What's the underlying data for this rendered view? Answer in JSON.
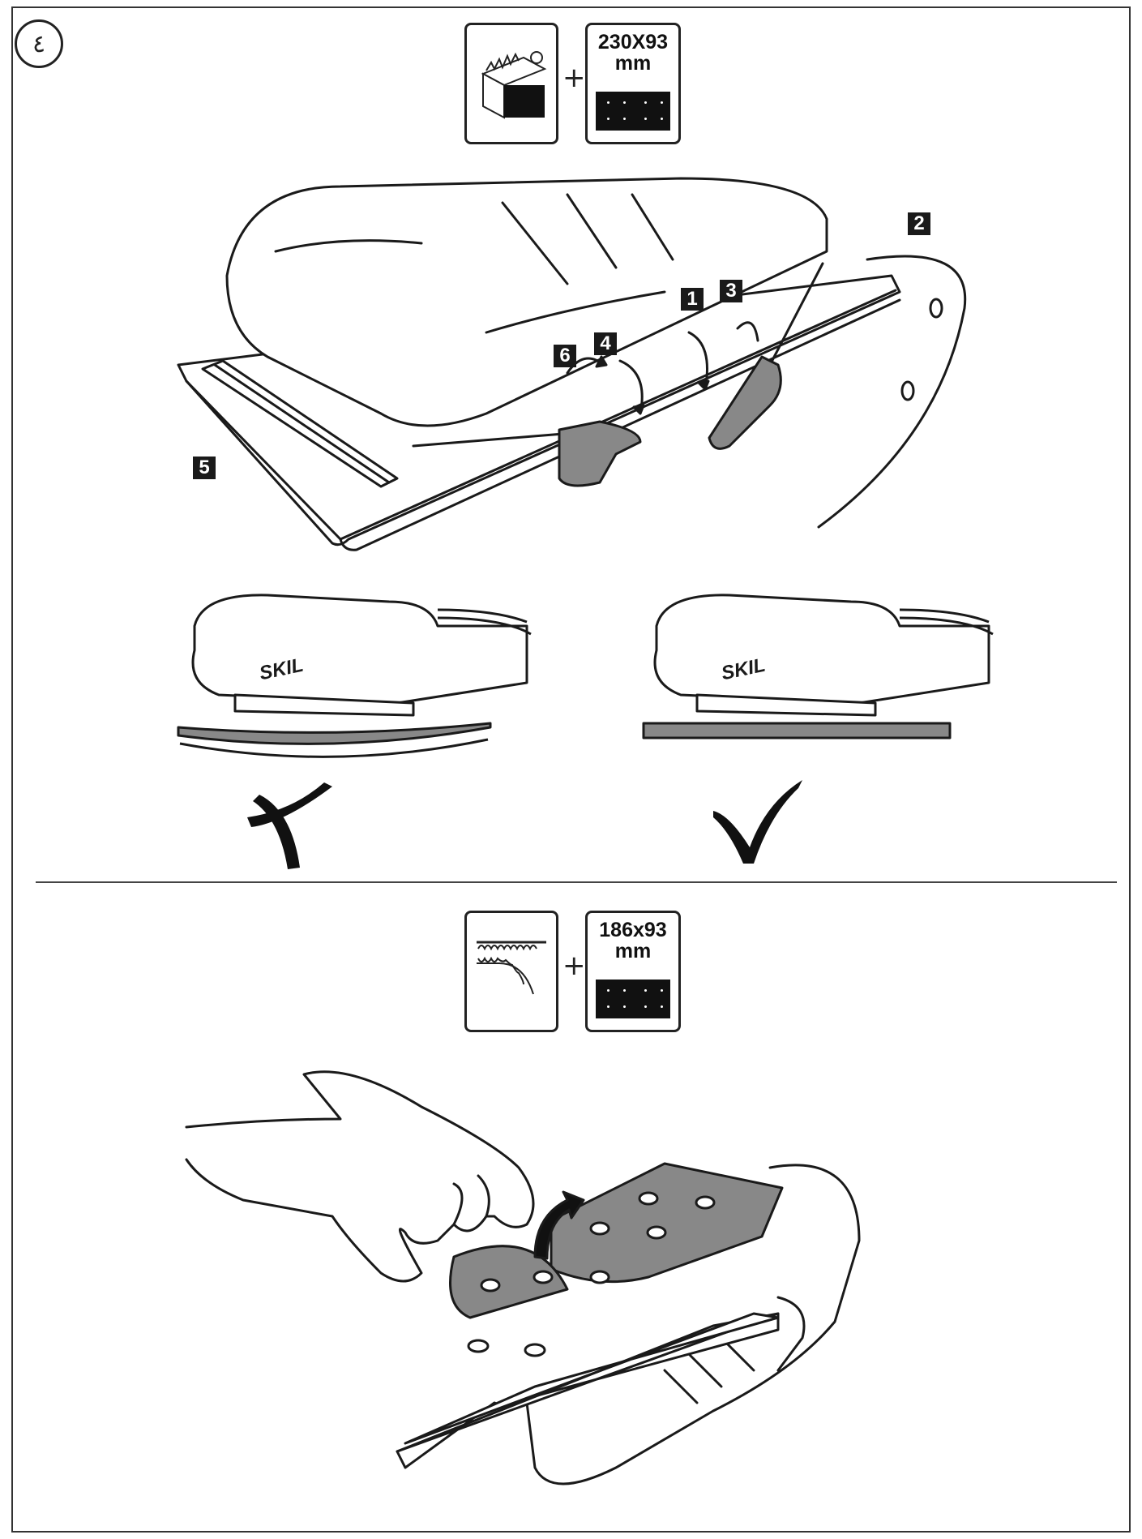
{
  "page": {
    "number": "٤"
  },
  "section1": {
    "paper_size": "230X93\nmm",
    "plus": "+",
    "steps": [
      "1",
      "2",
      "3",
      "4",
      "5",
      "6"
    ]
  },
  "comparison": {
    "brand": "SKIL",
    "wrong_icon": "x-mark-icon",
    "right_icon": "check-mark-icon"
  },
  "section2": {
    "paper_size": "186x93\nmm",
    "plus": "+"
  }
}
